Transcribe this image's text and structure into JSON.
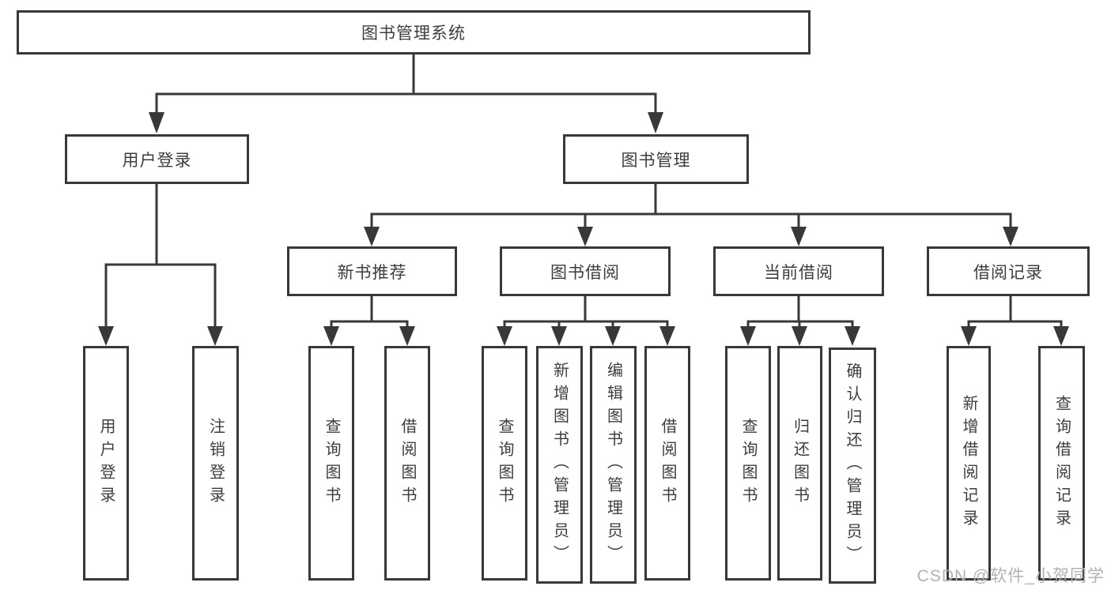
{
  "nodes": {
    "root": "图书管理系统",
    "user_login": "用户登录",
    "book_mgmt": "图书管理",
    "new_book_rec": "新书推荐",
    "book_borrow": "图书借阅",
    "current_borrow": "当前借阅",
    "borrow_records": "借阅记录",
    "login_item": "用户登录",
    "logout_item": "注销登录",
    "nbr_query": "查询图书",
    "nbr_borrow": "借阅图书",
    "bb_query": "查询图书",
    "bb_add": "新增图书（管理员）",
    "bb_edit": "编辑图书（管理员）",
    "bb_borrow": "借阅图书",
    "cb_query": "查询图书",
    "cb_return": "归还图书",
    "cb_confirm": "确认归还（管理员）",
    "br_add": "新增借阅记录",
    "br_query": "查询借阅记录"
  },
  "hierarchy": {
    "root": [
      "user_login",
      "book_mgmt"
    ],
    "user_login": [
      "login_item",
      "logout_item"
    ],
    "book_mgmt": [
      "new_book_rec",
      "book_borrow",
      "current_borrow",
      "borrow_records"
    ],
    "new_book_rec": [
      "nbr_query",
      "nbr_borrow"
    ],
    "book_borrow": [
      "bb_query",
      "bb_add",
      "bb_edit",
      "bb_borrow"
    ],
    "current_borrow": [
      "cb_query",
      "cb_return",
      "cb_confirm"
    ],
    "borrow_records": [
      "br_add",
      "br_query"
    ]
  },
  "watermark": "CSDN @软件_小贺同学",
  "colors": {
    "line": "#383838",
    "text": "#3d3d3d",
    "watermark": "#b2b2b2",
    "background": "#ffffff"
  }
}
